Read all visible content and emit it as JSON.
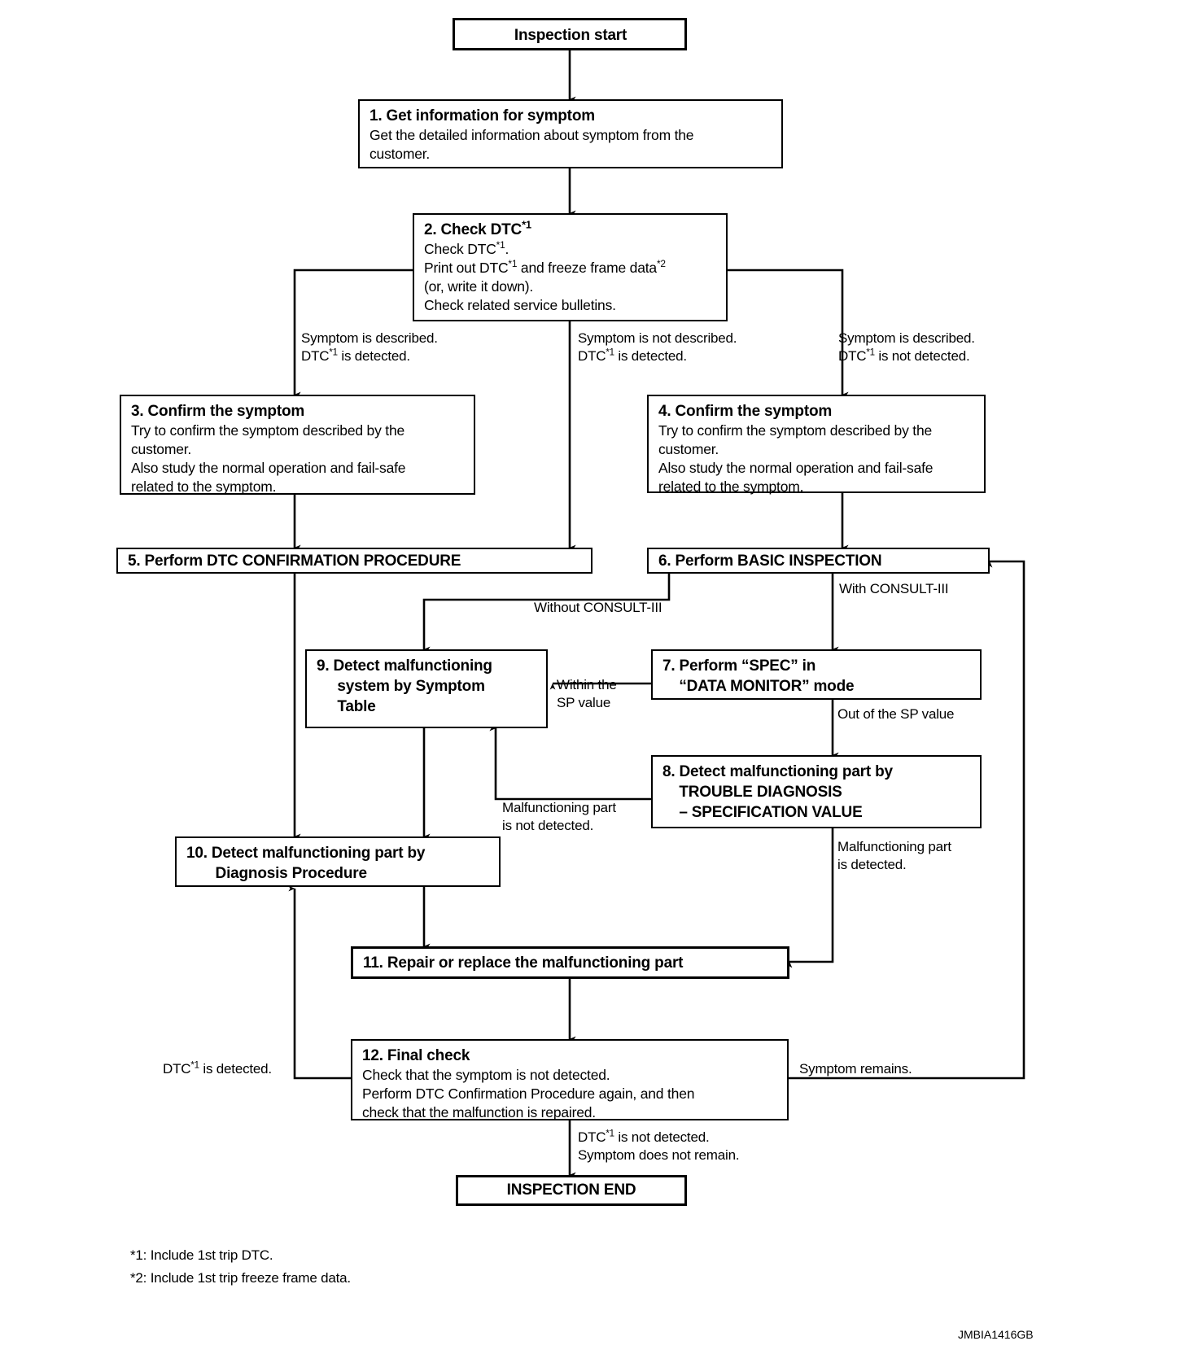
{
  "diagram": {
    "type": "flowchart",
    "title": "Inspection / Diagnosis Work Flow",
    "reference_code": "JMBIA1416GB",
    "nodes": [
      {
        "id": "start",
        "name": "inspection-start",
        "title": "Inspection start",
        "body": ""
      },
      {
        "id": "n1",
        "name": "step-1-get-information-for-symptom",
        "title": "1. Get information for symptom",
        "body": "Get the detailed information about symptom from the\ncustomer."
      },
      {
        "id": "n2",
        "name": "step-2-check-dtc",
        "title": "2. Check DTC*1",
        "body": "Check DTC*1.\nPrint out DTC*1 and freeze frame data*2\n(or, write it down).\nCheck related service bulletins."
      },
      {
        "id": "n3",
        "name": "step-3-confirm-the-symptom",
        "title": "3. Confirm the symptom",
        "body": "Try to confirm the symptom described by the\ncustomer.\nAlso study the normal operation and fail-safe\nrelated to the symptom."
      },
      {
        "id": "n4",
        "name": "step-4-confirm-the-symptom",
        "title": "4. Confirm the symptom",
        "body": "Try to confirm the symptom described by the\ncustomer.\nAlso study the normal operation and fail-safe\nrelated to the symptom."
      },
      {
        "id": "n5",
        "name": "step-5-perform-dtc-confirmation-procedure",
        "title": "5. Perform DTC CONFIRMATION PROCEDURE",
        "body": ""
      },
      {
        "id": "n6",
        "name": "step-6-perform-basic-inspection",
        "title": "6. Perform BASIC INSPECTION",
        "body": ""
      },
      {
        "id": "n7",
        "name": "step-7-perform-spec-in-data-monitor-mode",
        "title": "7. Perform “SPEC” in\n    “DATA MONITOR” mode",
        "body": ""
      },
      {
        "id": "n8",
        "name": "step-8-detect-malfunctioning-part-by-trouble-diagnosis",
        "title": "8. Detect malfunctioning part by\n    TROUBLE DIAGNOSIS\n    – SPECIFICATION VALUE",
        "body": ""
      },
      {
        "id": "n9",
        "name": "step-9-detect-malfunctioning-system-by-symptom-table",
        "title": "9. Detect malfunctioning\n     system by Symptom\n     Table",
        "body": ""
      },
      {
        "id": "n10",
        "name": "step-10-detect-malfunctioning-part-by-diagnosis-procedure",
        "title": "10. Detect malfunctioning part by\n       Diagnosis Procedure",
        "body": ""
      },
      {
        "id": "n11",
        "name": "step-11-repair-or-replace-the-malfunctioning-part",
        "title": "11. Repair or replace the malfunctioning part",
        "body": ""
      },
      {
        "id": "n12",
        "name": "step-12-final-check",
        "title": "12. Final check",
        "body": "Check that the symptom is not detected.\nPerform DTC Confirmation Procedure again, and then\ncheck that the malfunction is repaired."
      },
      {
        "id": "end",
        "name": "inspection-end",
        "title": "INSPECTION END",
        "body": ""
      }
    ],
    "edge_labels": [
      {
        "id": "e1",
        "name": "edge-label-symptom-described-dtc-detected",
        "text": "Symptom is described.\nDTC*1 is detected."
      },
      {
        "id": "e2",
        "name": "edge-label-symptom-not-described-dtc-detected",
        "text": "Symptom is not described.\nDTC*1 is detected."
      },
      {
        "id": "e3",
        "name": "edge-label-symptom-described-dtc-not-detected",
        "text": "Symptom is described.\nDTC*1 is not detected."
      },
      {
        "id": "e4",
        "name": "edge-label-without-consult-iii",
        "text": "Without CONSULT-III"
      },
      {
        "id": "e5",
        "name": "edge-label-with-consult-iii",
        "text": "With CONSULT-III"
      },
      {
        "id": "e6",
        "name": "edge-label-within-the-sp-value",
        "text": "Within the\nSP value"
      },
      {
        "id": "e7",
        "name": "edge-label-out-of-the-sp-value",
        "text": "Out of the SP value"
      },
      {
        "id": "e8",
        "name": "edge-label-malfunctioning-part-is-not-detected",
        "text": "Malfunctioning part\nis not detected."
      },
      {
        "id": "e9",
        "name": "edge-label-malfunctioning-part-is-detected",
        "text": "Malfunctioning part\nis detected."
      },
      {
        "id": "e10",
        "name": "edge-label-dtc-is-detected",
        "text": "DTC*1 is detected."
      },
      {
        "id": "e11",
        "name": "edge-label-symptom-remains",
        "text": "Symptom remains."
      },
      {
        "id": "e12",
        "name": "edge-label-dtc-not-detected-symptom-does-not-remain",
        "text": "DTC*1 is not detected.\nSymptom does not remain."
      }
    ],
    "footnotes": [
      {
        "name": "footnote-1",
        "text": "*1: Include 1st trip DTC."
      },
      {
        "name": "footnote-2",
        "text": "*2: Include 1st trip freeze frame data."
      }
    ]
  }
}
